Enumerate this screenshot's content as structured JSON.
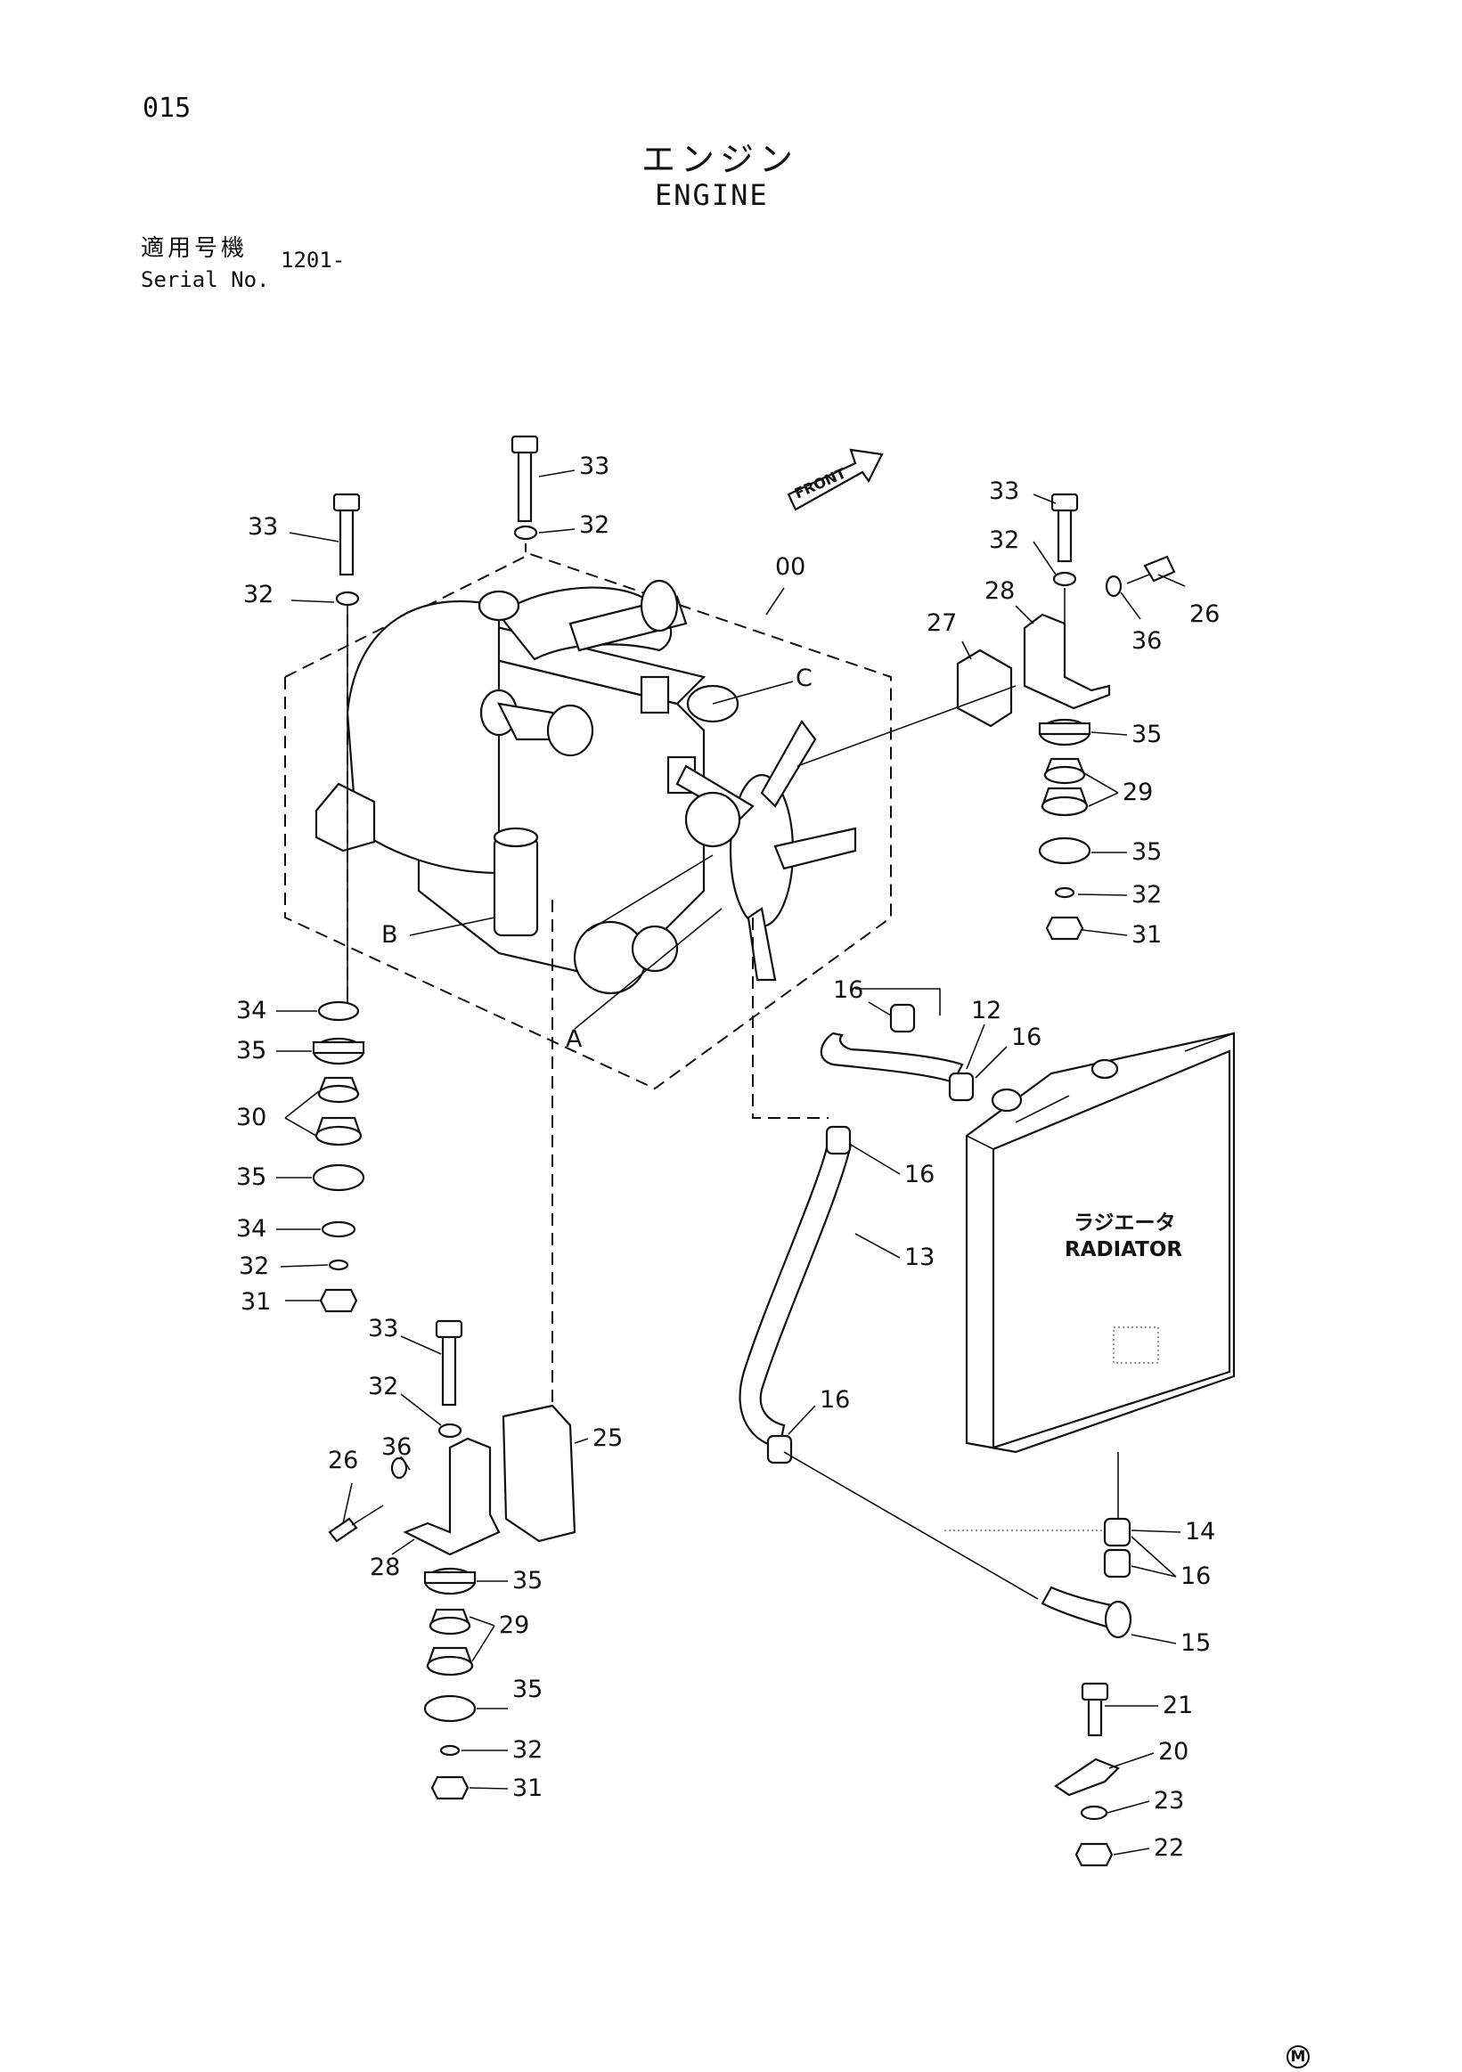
{
  "page_number": "015",
  "title": {
    "japanese": "エンジン",
    "english": "ENGINE"
  },
  "serial": {
    "label_jp": "適用号機",
    "label_en": "Serial No.",
    "value": "1201-"
  },
  "direction_marker": "FRONT",
  "radiator": {
    "label_jp": "ラジエータ",
    "label_en": "RADIATOR"
  },
  "callouts": {
    "c33_a": "33",
    "c32_a": "32",
    "c33_b": "33",
    "c32_b": "32",
    "c00": "00",
    "cC": "C",
    "cB": "B",
    "cA": "A",
    "c33_c": "33",
    "c32_c": "32",
    "c28_a": "28",
    "c27": "27",
    "c36_a": "36",
    "c26_a": "26",
    "c35_a": "35",
    "c29_a": "29",
    "c35_b": "35",
    "c32_d": "32",
    "c31_a": "31",
    "c34_a": "34",
    "c35_c": "35",
    "c30": "30",
    "c35_d": "35",
    "c34_b": "34",
    "c32_e": "32",
    "c31_b": "31",
    "c16_a": "16",
    "c12": "12",
    "c16_b": "16",
    "c16_c": "16",
    "c13": "13",
    "c16_d": "16",
    "c33_d": "33",
    "c32_f": "32",
    "c36_b": "36",
    "c26_b": "26",
    "c25": "25",
    "c28_b": "28",
    "c35_e": "35",
    "c29_b": "29",
    "c35_f": "35",
    "c32_g": "32",
    "c31_c": "31",
    "c14": "14",
    "c16_e": "16",
    "c15": "15",
    "c21": "21",
    "c20": "20",
    "c23": "23",
    "c22": "22"
  },
  "mark": "M"
}
